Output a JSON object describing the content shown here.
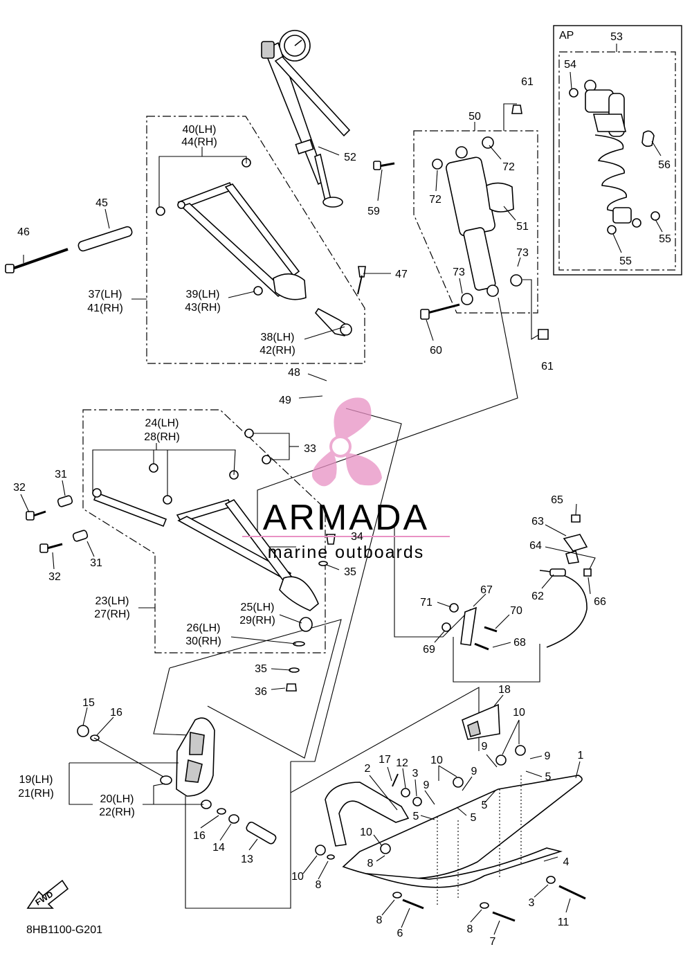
{
  "diagram_code": "8HB1100-G201",
  "ap_box": {
    "label": "AP",
    "part": "53"
  },
  "watermark": {
    "brand": "ARMADA",
    "tagline": "marine outboards",
    "color": "#e891c4"
  },
  "fwd_arrow": {
    "label": "FWD"
  },
  "labels": {
    "l40": "40(LH)",
    "l44": "44(RH)",
    "l45": "45",
    "l46": "46",
    "l37": "37(LH)",
    "l41": "41(RH)",
    "l39": "39(LH)",
    "l43": "43(RH)",
    "l38": "38(LH)",
    "l42": "42(RH)",
    "l47": "47",
    "l48": "48",
    "l49": "49",
    "l52": "52",
    "l50": "50",
    "l61a": "61",
    "l72a": "72",
    "l72b": "72",
    "l59": "59",
    "l51": "51",
    "l73a": "73",
    "l73b": "73",
    "l60": "60",
    "l61b": "61",
    "l54": "54",
    "l56": "56",
    "l55a": "55",
    "l55b": "55",
    "l24": "24(LH)",
    "l28": "28(RH)",
    "l33": "33",
    "l32a": "32",
    "l31a": "31",
    "l31b": "31",
    "l32b": "32",
    "l34": "34",
    "l35a": "35",
    "l23": "23(LH)",
    "l27": "27(RH)",
    "l25": "25(LH)",
    "l29": "29(RH)",
    "l26": "26(LH)",
    "l30": "30(RH)",
    "l35b": "35",
    "l36": "36",
    "l65": "65",
    "l63": "63",
    "l64": "64",
    "l62": "62",
    "l66": "66",
    "l67": "67",
    "l71": "71",
    "l70": "70",
    "l69": "69",
    "l68": "68",
    "l15": "15",
    "l16a": "16",
    "l19": "19(LH)",
    "l21": "21(RH)",
    "l20": "20(LH)",
    "l22": "22(RH)",
    "l16b": "16",
    "l14": "14",
    "l13": "13",
    "l18": "18",
    "l10a": "10",
    "l9a": "9",
    "l9b": "9",
    "l5a": "5",
    "l1": "1",
    "l17": "17",
    "l2": "2",
    "l12": "12",
    "l3a": "3",
    "l10b": "10",
    "l9c": "9",
    "l9d": "9",
    "l5b": "5",
    "l5c": "5",
    "l5d": "5",
    "l10c": "10",
    "l8a": "8",
    "l10d": "10",
    "l8b": "8",
    "l4": "4",
    "l3b": "3",
    "l11": "11",
    "l8c": "8",
    "l6": "6",
    "l8d": "8",
    "l7": "7"
  }
}
